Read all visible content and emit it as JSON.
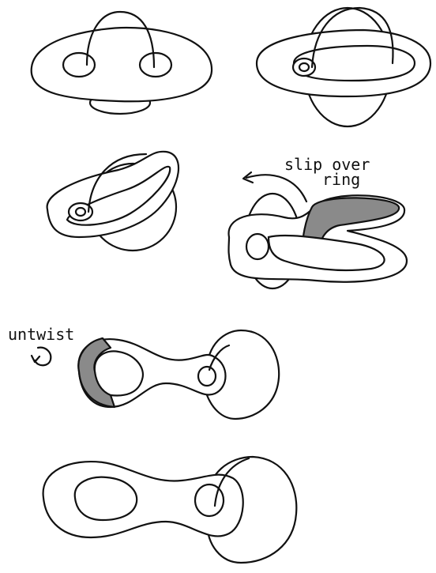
{
  "annotations": {
    "slip_line1": "slip over",
    "slip_line2": "ring",
    "untwist": "untwist"
  },
  "colors": {
    "ink": "#111111",
    "shaded_twist": "#8a8a8a",
    "background": "#ffffff"
  }
}
